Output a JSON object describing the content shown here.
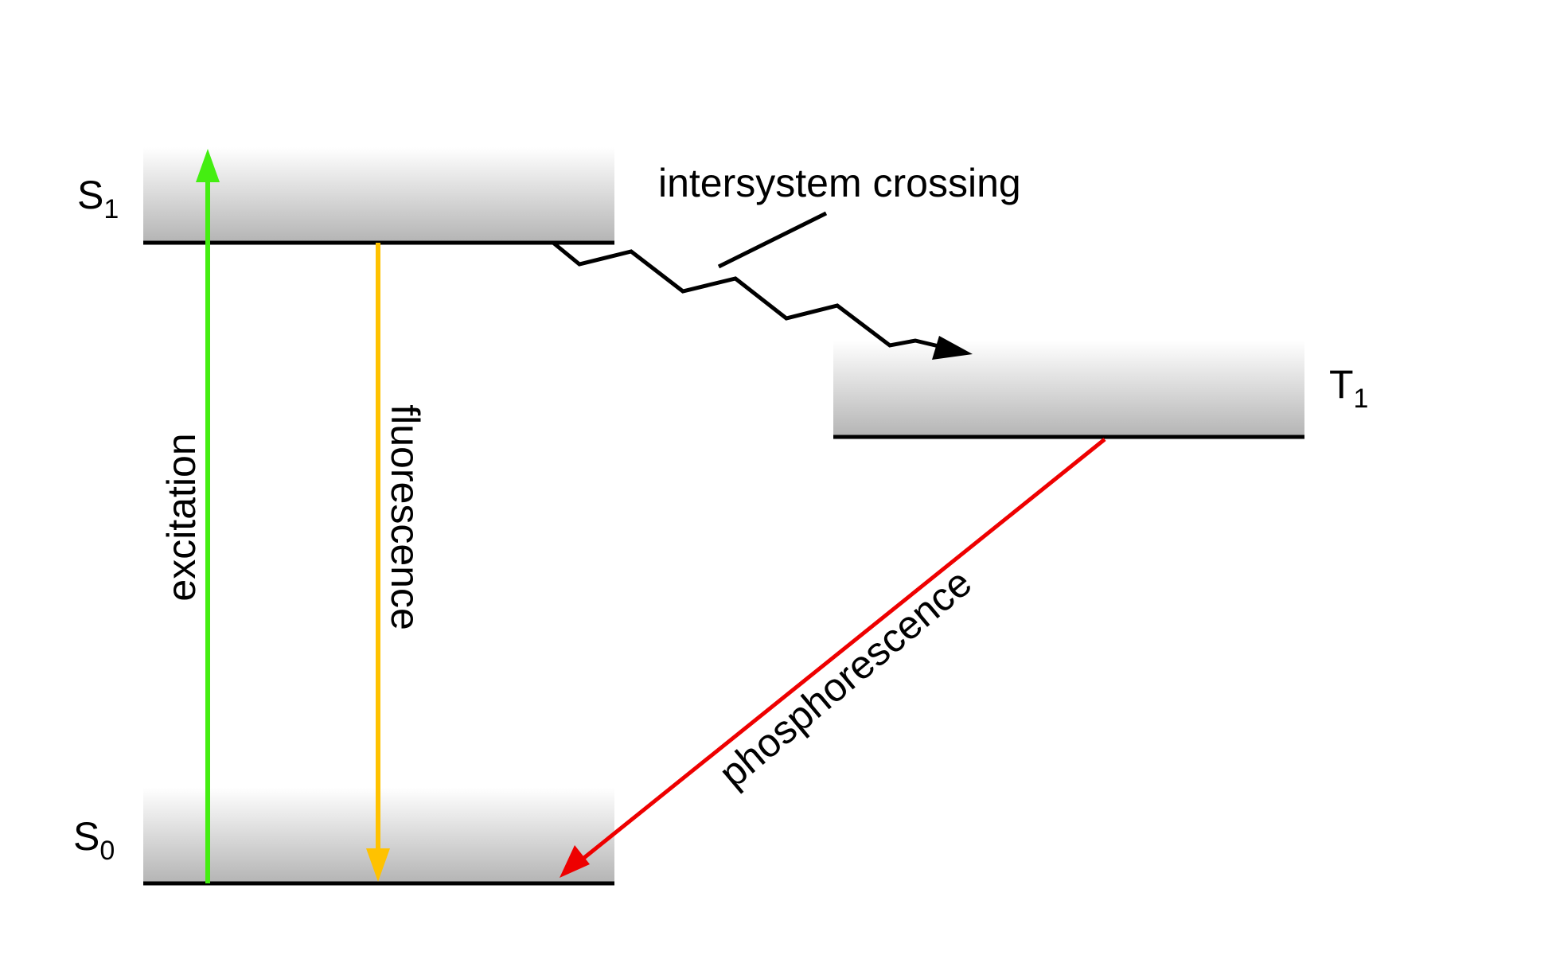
{
  "diagram": {
    "states": {
      "s1": {
        "symbol": "S",
        "subscript": "1"
      },
      "s0": {
        "symbol": "S",
        "subscript": "0"
      },
      "t1": {
        "symbol": "T",
        "subscript": "1"
      }
    },
    "transitions": {
      "excitation": {
        "label": "excitation",
        "color": "#44ee11"
      },
      "fluorescence": {
        "label": "fluorescence",
        "color": "#ffc200"
      },
      "intersystem_crossing": {
        "label": "intersystem crossing",
        "color": "#000000"
      },
      "phosphorescence": {
        "label": "phosphorescence",
        "color": "#ee0000"
      }
    },
    "colors": {
      "level_line": "#000000",
      "band_top": "#ffffff",
      "band_bottom": "#b4b4b4"
    }
  }
}
